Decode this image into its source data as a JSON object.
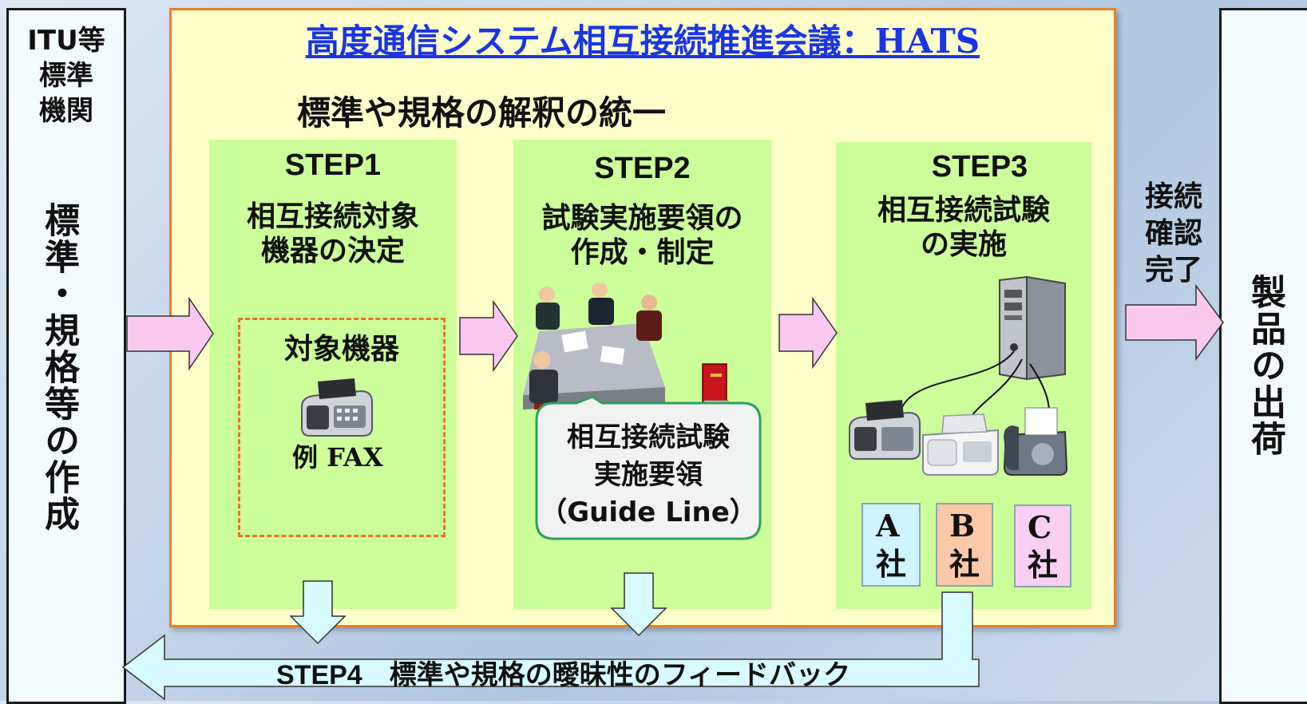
{
  "left_box": {
    "title": "ITU等\n標準\n機関",
    "vertical": "標準・規格等の作成"
  },
  "right_box": {
    "vertical": "製品の出荷"
  },
  "main": {
    "title": "高度通信システム相互接続推進会議：HATS",
    "subtitle": "標準や規格の解釈の統一"
  },
  "steps": [
    {
      "id": "STEP1",
      "title": "相互接続対象\n機器の決定",
      "target_label": "対象機器",
      "example": "例 FAX"
    },
    {
      "id": "STEP2",
      "title": "試験実施要領の\n作成・制定",
      "callout": "相互接続試験\n実施要領\n（Guide Line）"
    },
    {
      "id": "STEP3",
      "title": "相互接続試験\nの実施",
      "companies": [
        "A\n社",
        "B\n社",
        "C\n社"
      ]
    }
  ],
  "confirm_label": "接続\n確認\n完了",
  "feedback": "STEP4　標準や規格の曖昧性のフィードバック",
  "colors": {
    "main_bg": "#ffffcc",
    "main_border": "#e8802a",
    "step_bg": "#ccff99",
    "arrow_pink": "#f9c9f0",
    "arrow_cyan": "#d7fbff",
    "company_a": "#cdf4ff",
    "company_b": "#fbc9a8",
    "company_c": "#f9d0f4"
  },
  "icons": [
    "fax-icon",
    "meeting-icon",
    "book-icon",
    "server-icon",
    "fax-machine-icon",
    "telephone-fax-icon"
  ]
}
